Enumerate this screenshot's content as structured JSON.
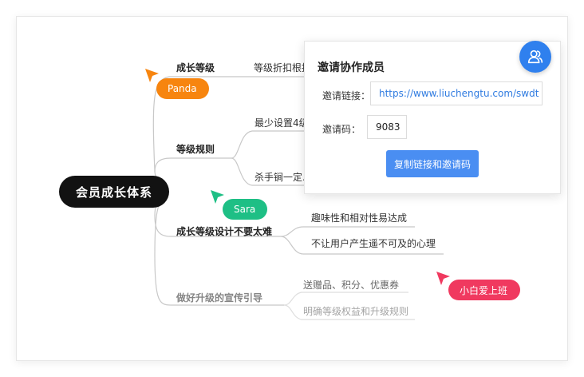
{
  "mindmap": {
    "root": "会员成长体系",
    "branches": [
      {
        "label": "成长等级",
        "children": [
          "等级折扣根据"
        ]
      },
      {
        "label": "等级规则",
        "children": [
          "最少设置4级",
          "杀手锏一定..."
        ]
      },
      {
        "label": "成长等级设计不要太难",
        "children": [
          "趣味性和相对性易达成",
          "不让用户产生遥不可及的心理"
        ]
      },
      {
        "label": "做好升级的宣传引导",
        "children": [
          "送赠品、积分、优惠券",
          "明确等级权益和升级规则"
        ]
      }
    ]
  },
  "collaborators": [
    {
      "name": "Panda",
      "color": "#f7850f"
    },
    {
      "name": "Sara",
      "color": "#1ebf85"
    },
    {
      "name": "小白爱上班",
      "color": "#f0395f"
    }
  ],
  "invite": {
    "title": "邀请协作成员",
    "link_label": "邀请链接：",
    "link_value": "https://www.liuchengtu.com/swdt",
    "code_label": "邀请码：",
    "code_value": "9083",
    "copy_button": "复制链接和邀请码",
    "users_icon": "users-icon"
  },
  "colors": {
    "primary": "#4a8ef2",
    "root_bg": "#121212"
  }
}
